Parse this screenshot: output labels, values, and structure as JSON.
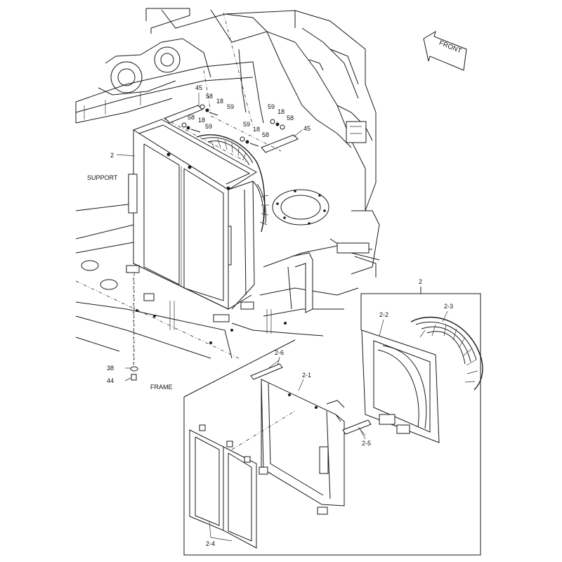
{
  "labels": {
    "front": "FRONT",
    "support": "SUPPORT",
    "frame": "FRAME",
    "item_2_main": "2",
    "item_45_a": "45",
    "item_58_a": "58",
    "item_18_a": "18",
    "item_59_a": "59",
    "item_58_b": "58",
    "item_18_b": "18",
    "item_59_b": "59",
    "item_59_c": "59",
    "item_18_c": "18",
    "item_58_c": "58",
    "item_59_d": "59",
    "item_18_d": "18",
    "item_58_d": "58",
    "item_45_b": "45",
    "item_38": "38",
    "item_44": "44",
    "item_2_detail": "2",
    "item_2_2": "2-2",
    "item_2_3": "2-3",
    "item_2_6": "2-6",
    "item_2_1": "2-1",
    "item_2_5": "2-5",
    "item_2_4": "2-4"
  }
}
